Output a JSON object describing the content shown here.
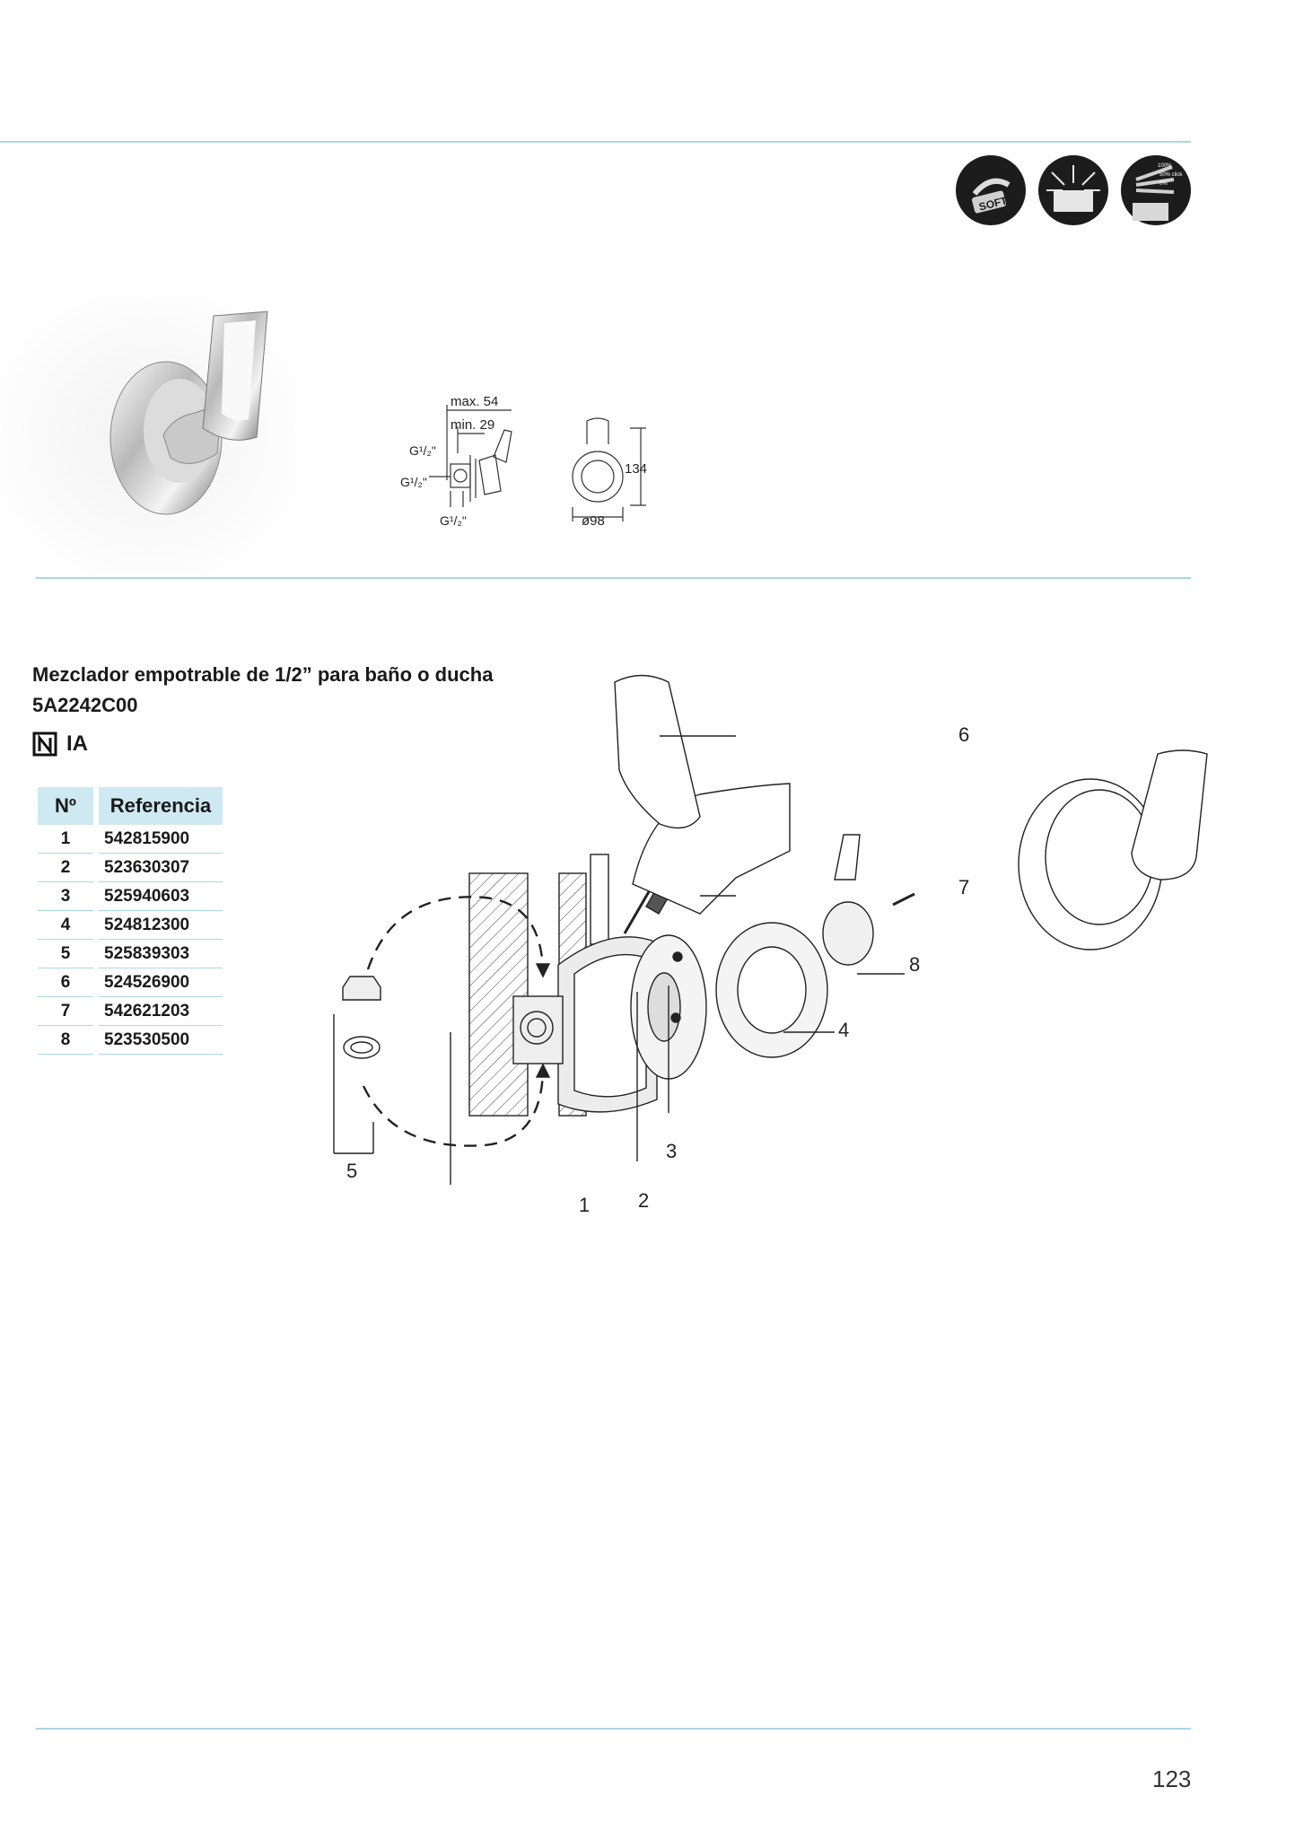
{
  "product": {
    "title": "Mezclador empotrable de 1/2” para baño o ducha",
    "code": "5A2242C00",
    "badge_label": "IA",
    "badge_icon": "n-square-icon"
  },
  "feature_icons": [
    {
      "name": "soft-icon",
      "label": "SOFT"
    },
    {
      "name": "cleaning-icon",
      "label": ""
    },
    {
      "name": "eco-click-icon",
      "label_top": "100%",
      "label_mid": "50% click",
      "label_bot": "0%"
    }
  ],
  "dimensions": {
    "max": "max. 54",
    "min": "min. 29",
    "g_top": "G¹/₂\"",
    "g_mid": "G¹/₂\"",
    "g_bot": "G¹/₂\"",
    "height": "134",
    "diameter": "ø98"
  },
  "parts_table": {
    "headers": [
      "Nº",
      "Referencia"
    ],
    "rows": [
      {
        "n": "1",
        "ref": "542815900"
      },
      {
        "n": "2",
        "ref": "523630307"
      },
      {
        "n": "3",
        "ref": "525940603"
      },
      {
        "n": "4",
        "ref": "524812300"
      },
      {
        "n": "5",
        "ref": "525839303"
      },
      {
        "n": "6",
        "ref": "524526900"
      },
      {
        "n": "7",
        "ref": "542621203"
      },
      {
        "n": "8",
        "ref": "523530500"
      }
    ]
  },
  "callouts": [
    "1",
    "2",
    "3",
    "4",
    "5",
    "6",
    "7",
    "8"
  ],
  "page_number": "123",
  "colors": {
    "rule": "#a9d8e6",
    "table_header": "#cfe9f2",
    "icon_bg": "#1c1c1c"
  }
}
